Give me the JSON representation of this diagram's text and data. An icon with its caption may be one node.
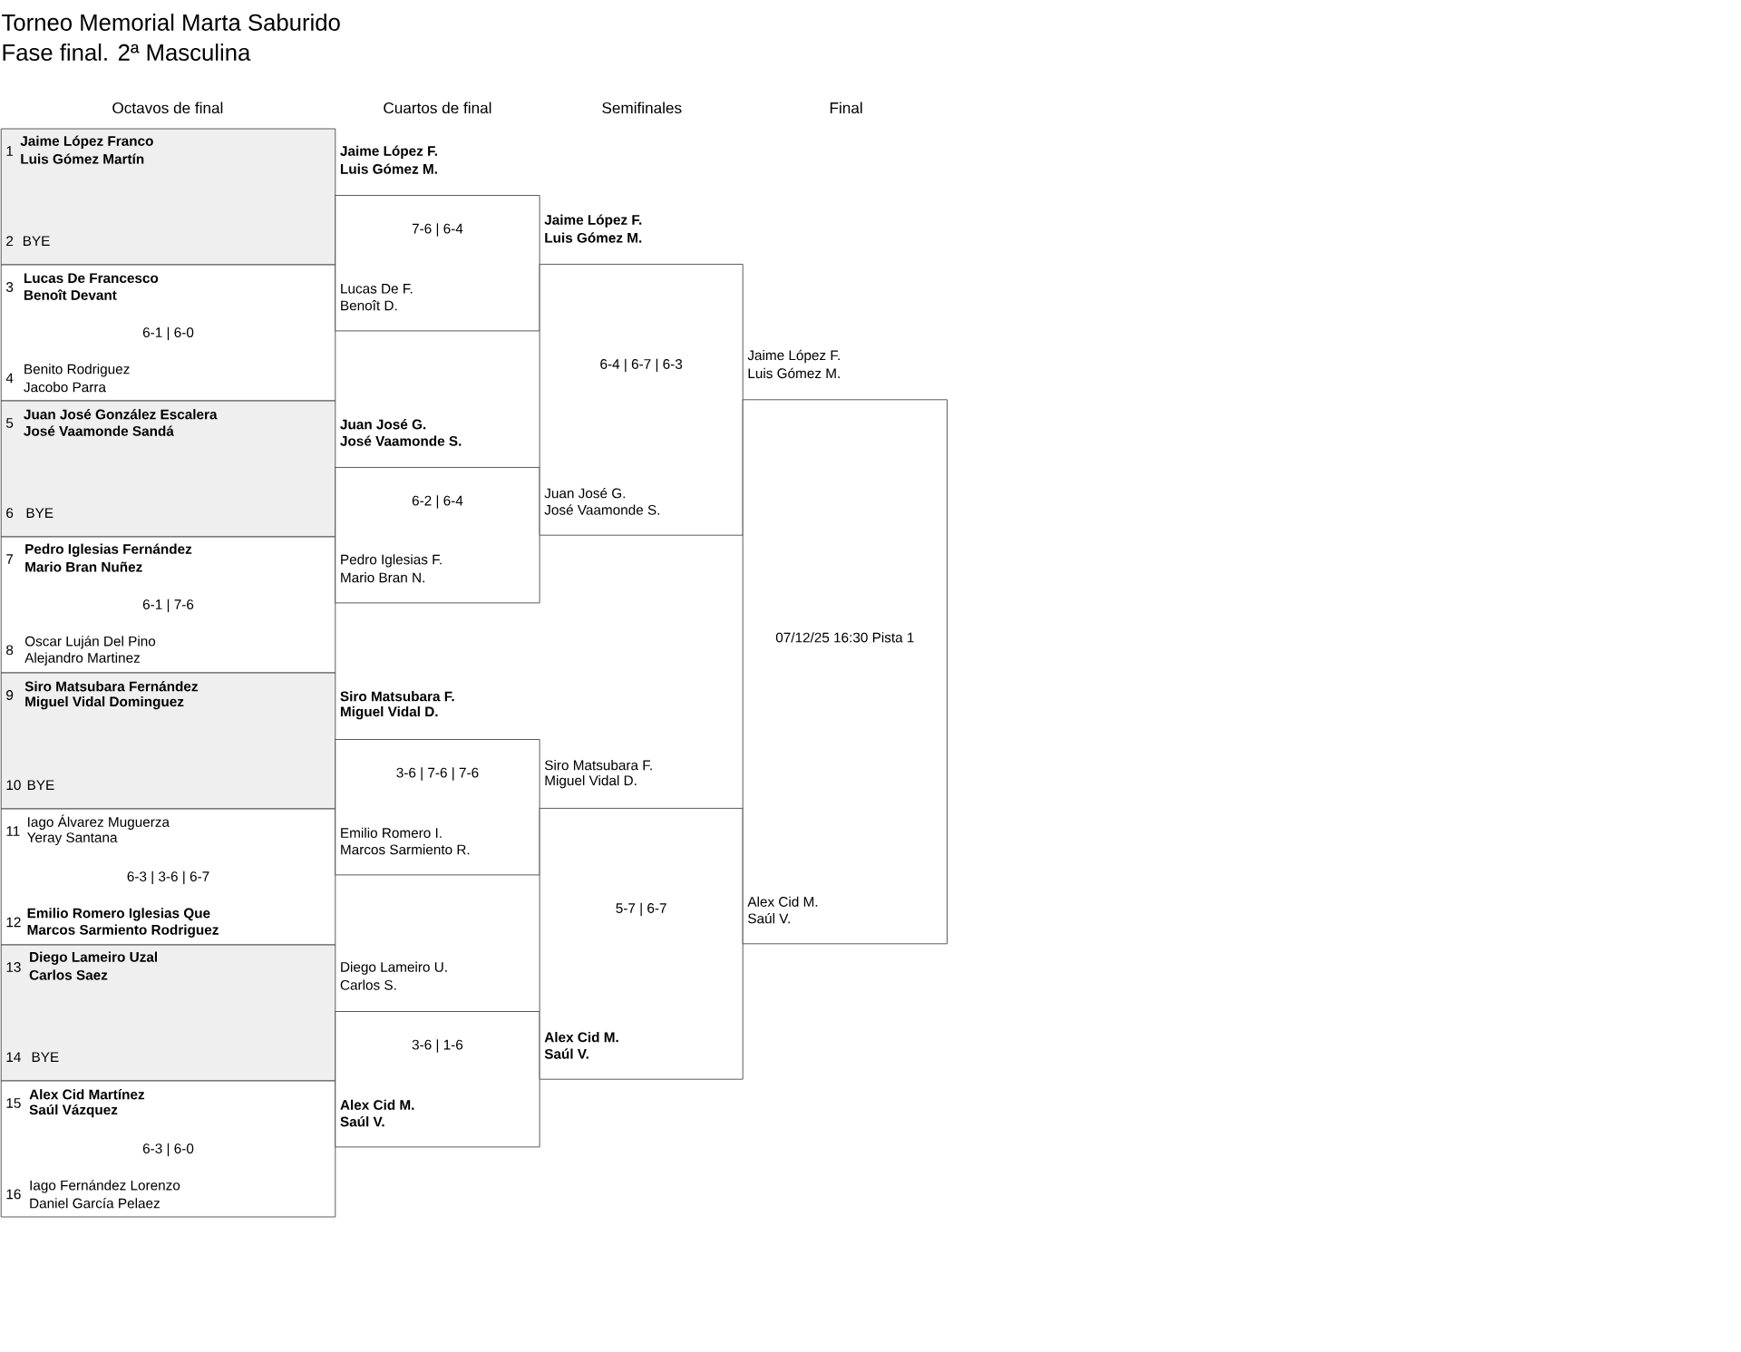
{
  "diagram": {
    "title": "Torneo Memorial Marta Saburido",
    "nodes": [
      {
        "text": [
          "1",
          "Jaime López Franco",
          "Luis Gómez Martín",
          "2",
          "BYE"
        ]
      },
      {
        "text": [
          "3",
          "Lucas De Francesco",
          "Benoît Devant",
          "6-1 | 6-0",
          "4",
          "Benito Rodriguez",
          "Jacobo Parra"
        ]
      },
      {
        "text": [
          "5",
          "Juan José González Escalera",
          "José Vaamonde Sandá",
          "6",
          "BYE"
        ]
      },
      {
        "text": [
          "7",
          "Pedro Iglesias Fernández",
          "Mario Bran Nuñez",
          "6-1 | 7-6",
          "8",
          "Oscar Luján Del Pino",
          "Alejandro Martinez"
        ]
      },
      {
        "text": [
          "9",
          "Siro Matsubara Fernández",
          "Miguel Vidal Dominguez",
          "10",
          "BYE"
        ]
      },
      {
        "text": [
          "11",
          "Iago Álvarez Muguerza",
          "Yeray Santana",
          "6-3 | 3-6 | 6-7",
          "12",
          "Emilio Romero Iglesias Que",
          "Marcos Sarmiento Rodriguez"
        ]
      },
      {
        "text": [
          "13",
          "Diego Lameiro Uzal",
          "Carlos Saez",
          "14",
          "BYE"
        ]
      },
      {
        "text": [
          "15",
          "Alex Cid Martínez",
          "Saúl Vázquez",
          "6-3 | 6-0",
          "16",
          "Iago Fernández Lorenzo",
          "Daniel García Pelaez"
        ]
      },
      {
        "text": [
          "Jaime López F.",
          "Luis Gómez M.",
          "7-6 | 6-4",
          "Lucas De F.",
          "Benoît D."
        ]
      },
      {
        "text": [
          "Juan José G.",
          "José Vaamonde S.",
          "6-2 | 6-4",
          "Pedro Iglesias F.",
          "Mario Bran N."
        ]
      },
      {
        "text": [
          "Siro Matsubara F.",
          "Miguel Vidal D.",
          "3-6 | 7-6 | 7-6",
          "Emilio Romero I.",
          "Marcos Sarmiento R."
        ]
      },
      {
        "text": [
          "Diego Lameiro U.",
          "Carlos S.",
          "3-6 | 1-6",
          "Alex Cid M.",
          "Saúl V."
        ]
      },
      {
        "text": [
          "Jaime López F.",
          "Luis Gómez M.",
          "6-4 | 6-7 | 6-3",
          "Juan José G.",
          "José Vaamonde S."
        ]
      },
      {
        "text": [
          "Siro Matsubara F.",
          "Miguel Vidal D.",
          "5-7 | 6-7",
          "Alex Cid M.",
          "Saúl V."
        ]
      },
      {
        "text": [
          "Jaime López F.",
          "Luis Gómez M.",
          "07/12/25 16:30 Pista 1",
          "Alex Cid M.",
          "Saúl V."
        ]
      }
    ],
    "labels": [
      "Fase final. 2ª Masculina",
      "Octavos de final",
      "Cuartos de final",
      "Semifinales",
      "Final"
    ]
  }
}
